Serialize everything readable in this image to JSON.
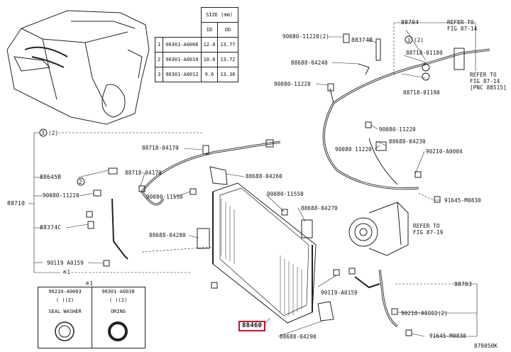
{
  "size_table": {
    "header": "SIZE (mm)",
    "col_id": "ID",
    "col_od": "OD",
    "rows": [
      {
        "num": "1",
        "part": "90301-A0006",
        "id": "12.0",
        "od": "13.77"
      },
      {
        "num": "2",
        "part": "90301-A0010",
        "id": "10.6",
        "od": "13.72"
      },
      {
        "num": "3",
        "part": "90301-A0012",
        "id": "9.6",
        "od": "13.36"
      }
    ]
  },
  "legend": {
    "mark": "※1",
    "left_part": "90210-A0003",
    "left_qty": "(      )(2)",
    "left_name": "SEAL WASHER",
    "right_part": "90301-A0038",
    "right_qty": "(      )(2)",
    "right_name": "ORING"
  },
  "labels": {
    "l88704": "88704",
    "l_refer1": "REFER TO",
    "l_fig1": "FIG 87-14",
    "l_refer2": "REFER TO",
    "l_fig2": "FIG 87-14",
    "l_pnc": "[PNC 88515]",
    "l90080_1122d": "90080-11220(2)",
    "l8837b": "88374B",
    "l_circ1_2": "(2)",
    "l88718_01180": "88718-01180",
    "l88688_04240": "88688-04240",
    "l90080_11220a": "90080-11220",
    "l88718_01190": "88718-01190",
    "l90080_11220b": "90080-11220",
    "l88688_04230": "88688-04230",
    "l90080_11220c": "90080  11220",
    "l90210_a0004": "90210-A0004",
    "l88718_04170": "88718-04170",
    "l88718_04170b": "88718-04170",
    "l88688_04260": "88688-04260",
    "l_circ3": "3",
    "l_circ3_2": "(2)",
    "l88645b": "88645B",
    "l_circ2": "2",
    "l88710": "88710",
    "l90080_11220d": "90080-11220",
    "l90080_11550a": "90080-11550",
    "l90080_11550b": "90080-11550",
    "l91645_m0830a": "91645-M0830",
    "l88374c": "88374C",
    "l88688_04270": "88688-04270",
    "l88688_04280": "88688-04280",
    "l_refer3": "REFER TO",
    "l_fig3": "FIG 87-19",
    "l90119_a0159a": "90119  A0159",
    "l_x1": "※1",
    "l90119_a0159b": "90119-A0159",
    "l88703": "88703",
    "l90210_a0002": "90210-A0002(2)",
    "l88460": "88460",
    "l88688_04290": "88688-04290",
    "l91645_m0830b": "91645-M0830",
    "l_code": "879050K"
  },
  "colors": {
    "highlight": "#d0102a",
    "line": "#222222"
  }
}
